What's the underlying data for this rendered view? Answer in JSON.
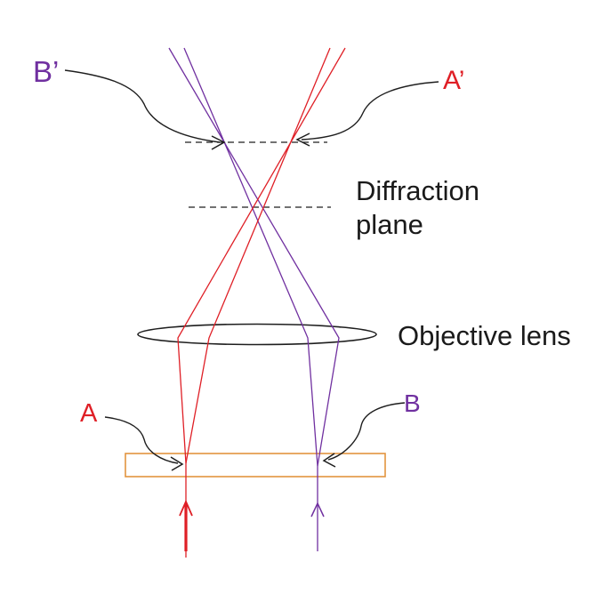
{
  "colors": {
    "ray_red": "#DF1F26",
    "ray_purple": "#7030A0",
    "specimen_orange": "#E2943F",
    "line_black": "#1E1E1E",
    "text_black": "#1A1A1A"
  },
  "labels": {
    "image_b_prime": "B’",
    "image_a_prime": "A’",
    "specimen_a": "A",
    "specimen_b": "B",
    "diffraction_plane": [
      "Diffraction",
      "plane"
    ],
    "objective_lens": "Objective lens"
  }
}
